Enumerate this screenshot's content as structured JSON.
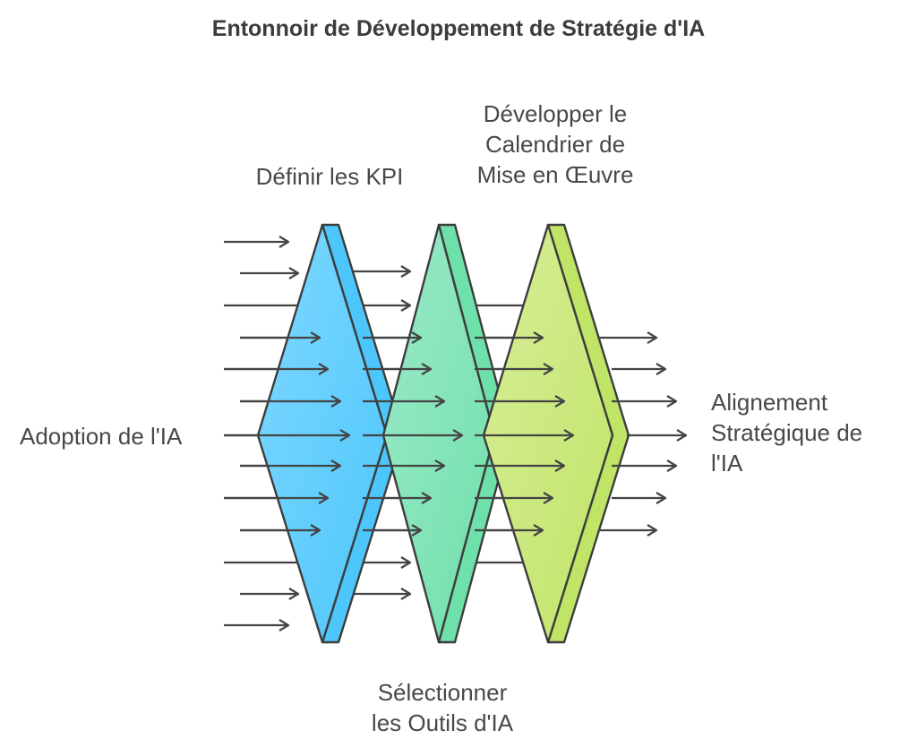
{
  "title": "Entonnoir de Développement de Stratégie d'IA",
  "input_label": "Adoption de l'IA",
  "output_label": [
    "Alignement",
    "Stratégique de",
    "l'IA"
  ],
  "stages": [
    {
      "label": [
        "Définir les KPI"
      ],
      "color_light": "#7fd8ff",
      "color_dark": "#4cc6fb"
    },
    {
      "label": [
        "Sélectionner",
        "les Outils d'IA"
      ],
      "color_light": "#9ce9c9",
      "color_dark": "#6ee0a9"
    },
    {
      "label": [
        "Développer le",
        "Calendrier de",
        "Mise en Œuvre"
      ],
      "color_light": "#d8ee98",
      "color_dark": "#bfe466"
    }
  ],
  "colors": {
    "stroke": "#3d3d3d",
    "arrow": "#444444"
  }
}
